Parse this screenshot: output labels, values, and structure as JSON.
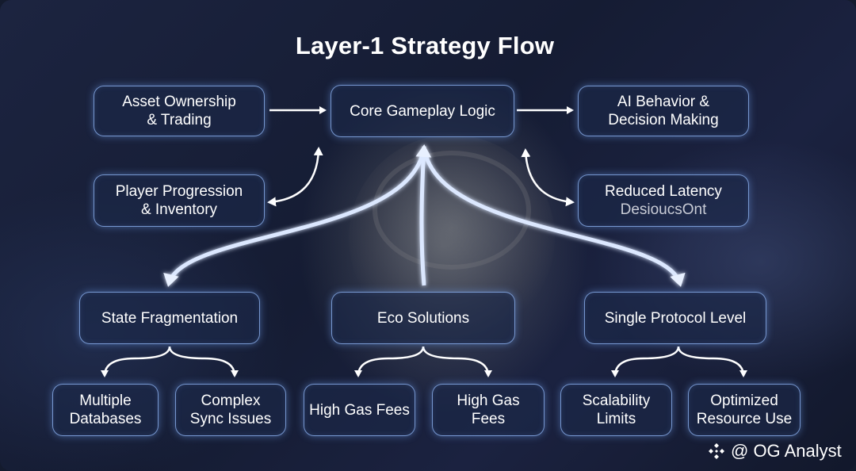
{
  "title": "Layer-1 Strategy Flow",
  "nodes": {
    "asset_ownership": [
      "Asset Ownership",
      "& Trading"
    ],
    "core_gameplay": "Core Gameplay Logic",
    "ai_behavior": [
      "AI Behavior &",
      "Decision Making"
    ],
    "player_progression": [
      "Player Progression",
      "& Inventory"
    ],
    "reduced_latency": [
      "Reduced Latency",
      "DesioucsOnt"
    ],
    "state_fragmentation": "State Fragmentation",
    "eco_solutions": "Eco Solutions",
    "single_protocol": "Single Protocol Level",
    "multiple_databases": [
      "Multiple",
      "Databases"
    ],
    "complex_sync": [
      "Complex",
      "Sync Issues"
    ],
    "high_gas_fees_1": "High Gas Fees",
    "high_gas_fees_2": [
      "High Gas",
      "Fees"
    ],
    "scalability": [
      "Scalability",
      "Limits"
    ],
    "optimized": [
      "Optimized",
      "Resource Use"
    ]
  },
  "watermark": "@ OG Analyst",
  "colors": {
    "node_border": "#96beff",
    "node_fill": "#1c2848",
    "arrow": "#ffffff",
    "glow_arrow": "#cfe0ff"
  }
}
